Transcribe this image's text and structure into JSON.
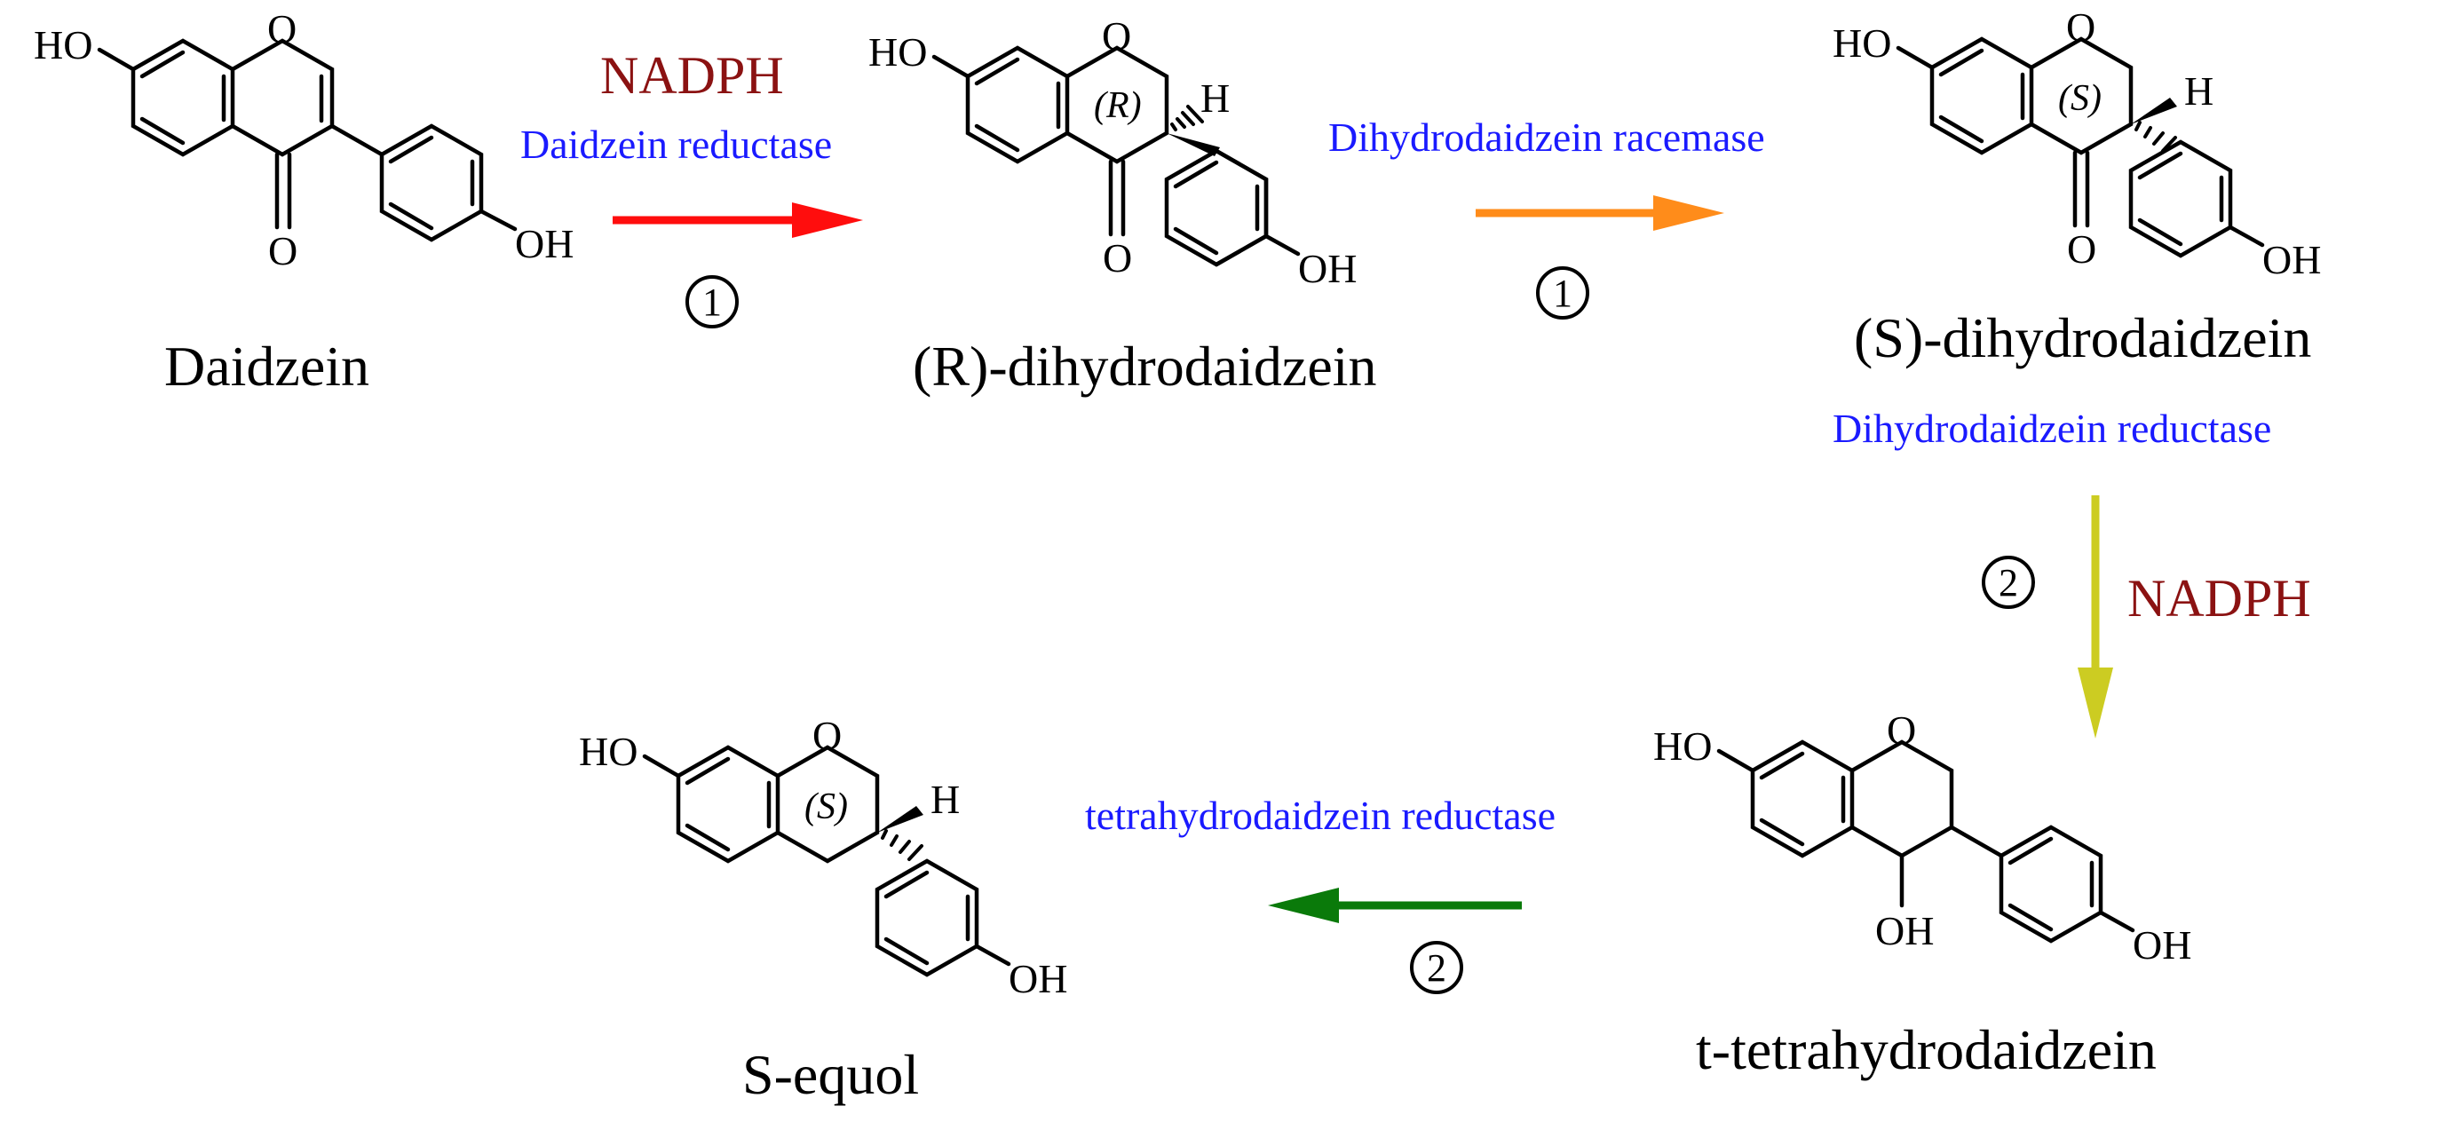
{
  "compounds": {
    "daidzein": "Daidzein",
    "r_dihydrodaidzein": "(R)-dihydrodaidzein",
    "s_dihydrodaidzein": "(S)-dihydrodaidzein",
    "t_tetrahydrodaidzein": "t-tetrahydrodaidzein",
    "s_equol": "S-equol"
  },
  "atoms": {
    "ho": "HO",
    "oh": "OH",
    "o": "O",
    "h": "H",
    "r": "(R)",
    "s": "(S)"
  },
  "steps": [
    {
      "enzyme": "Daidzein reductase",
      "cofactor": "NADPH",
      "number": "1",
      "arrow_color": "#ff0d0d"
    },
    {
      "enzyme": "Dihydrodaidzein racemase",
      "cofactor": "",
      "number": "1",
      "arrow_color": "#ff8c1a"
    },
    {
      "enzyme": "Dihydrodaidzein reductase",
      "cofactor": "NADPH",
      "number": "2",
      "arrow_color": "#cccc22"
    },
    {
      "enzyme": "tetrahydrodaidzein reductase",
      "cofactor": "",
      "number": "2",
      "arrow_color": "#0a7a0a"
    }
  ]
}
